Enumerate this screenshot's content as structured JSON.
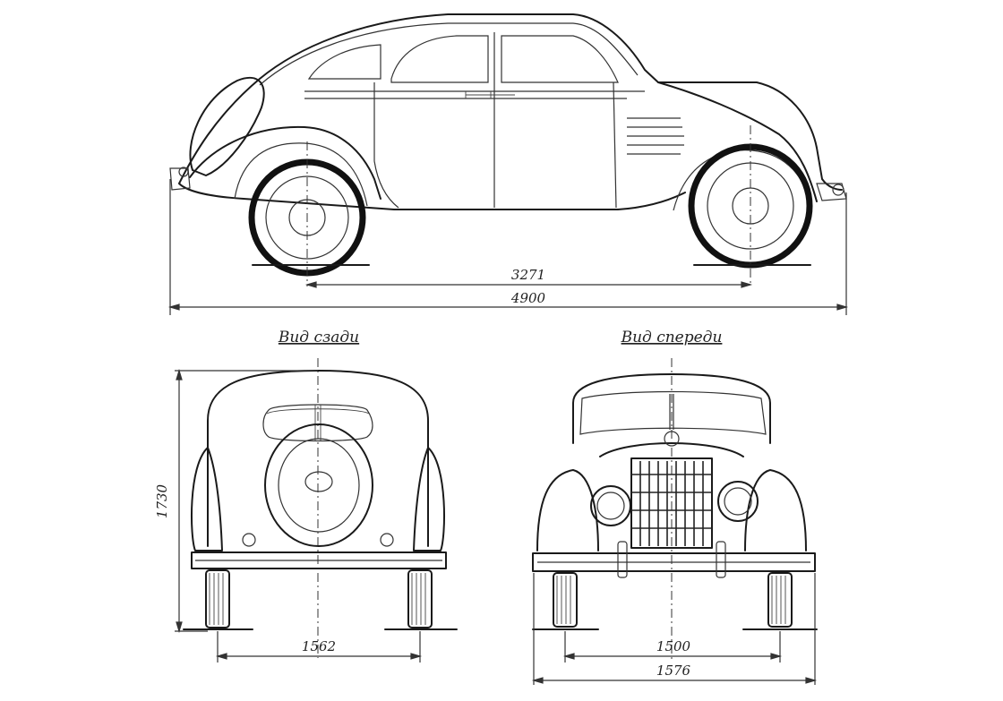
{
  "dimensions": {
    "wheelbase": "3271",
    "overall_length": "4900",
    "height": "1730",
    "rear_track": "1562",
    "front_track": "1500",
    "overall_width": "1576"
  },
  "captions": {
    "rear_view": "Вид сзади",
    "front_view": "Вид спереди"
  }
}
